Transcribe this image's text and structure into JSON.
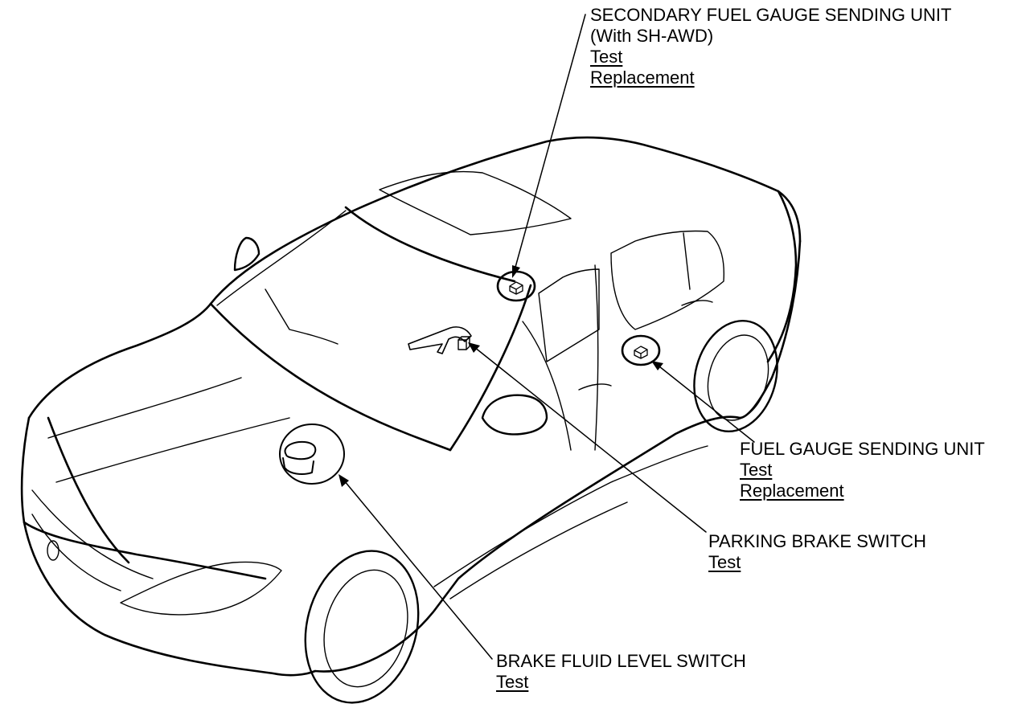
{
  "callouts": {
    "secondary_fuel_gauge": {
      "title": "SECONDARY FUEL GAUGE SENDING UNIT",
      "subtitle": "(With SH-AWD)",
      "links": [
        "Test",
        "Replacement"
      ]
    },
    "fuel_gauge": {
      "title": "FUEL GAUGE SENDING UNIT",
      "links": [
        "Test",
        "Replacement"
      ]
    },
    "parking_brake": {
      "title": "PARKING BRAKE SWITCH",
      "links": [
        "Test"
      ]
    },
    "brake_fluid": {
      "title": "BRAKE FLUID LEVEL SWITCH",
      "links": [
        "Test"
      ]
    }
  },
  "colors": {
    "line": "#000000",
    "background": "#ffffff"
  }
}
